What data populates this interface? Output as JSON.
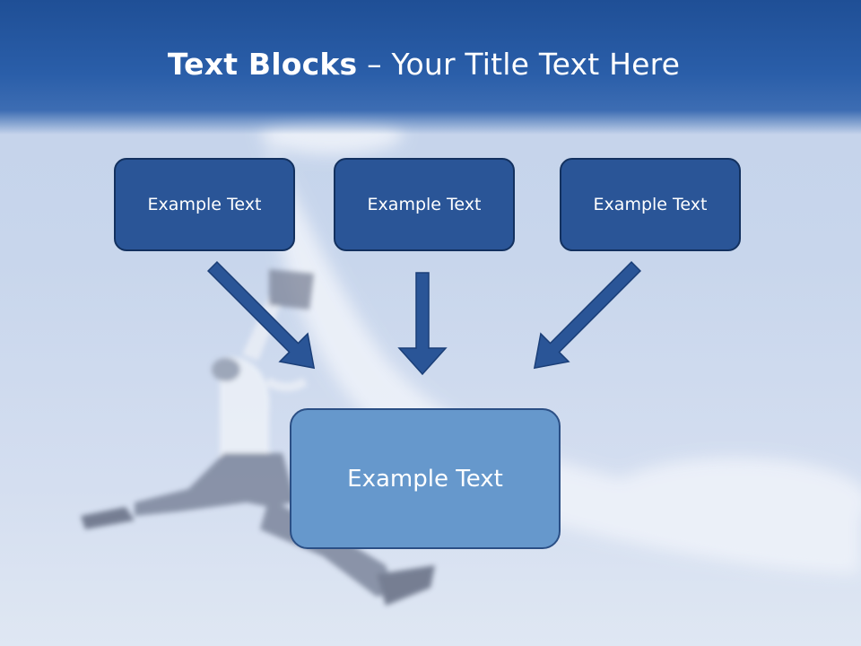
{
  "slide": {
    "title_bold": "Text Blocks",
    "title_dash": " – ",
    "title_rest": "Your Title Text Here"
  },
  "boxes": {
    "top": [
      "Example Text",
      "Example Text",
      "Example Text"
    ],
    "bottom": "Example Text"
  },
  "colors": {
    "header": "#2a5ea9",
    "box_fill": "#2a5597",
    "box_border": "#13315f",
    "bottom_box_fill": "#6698cc",
    "arrow_fill": "#2a5597"
  }
}
